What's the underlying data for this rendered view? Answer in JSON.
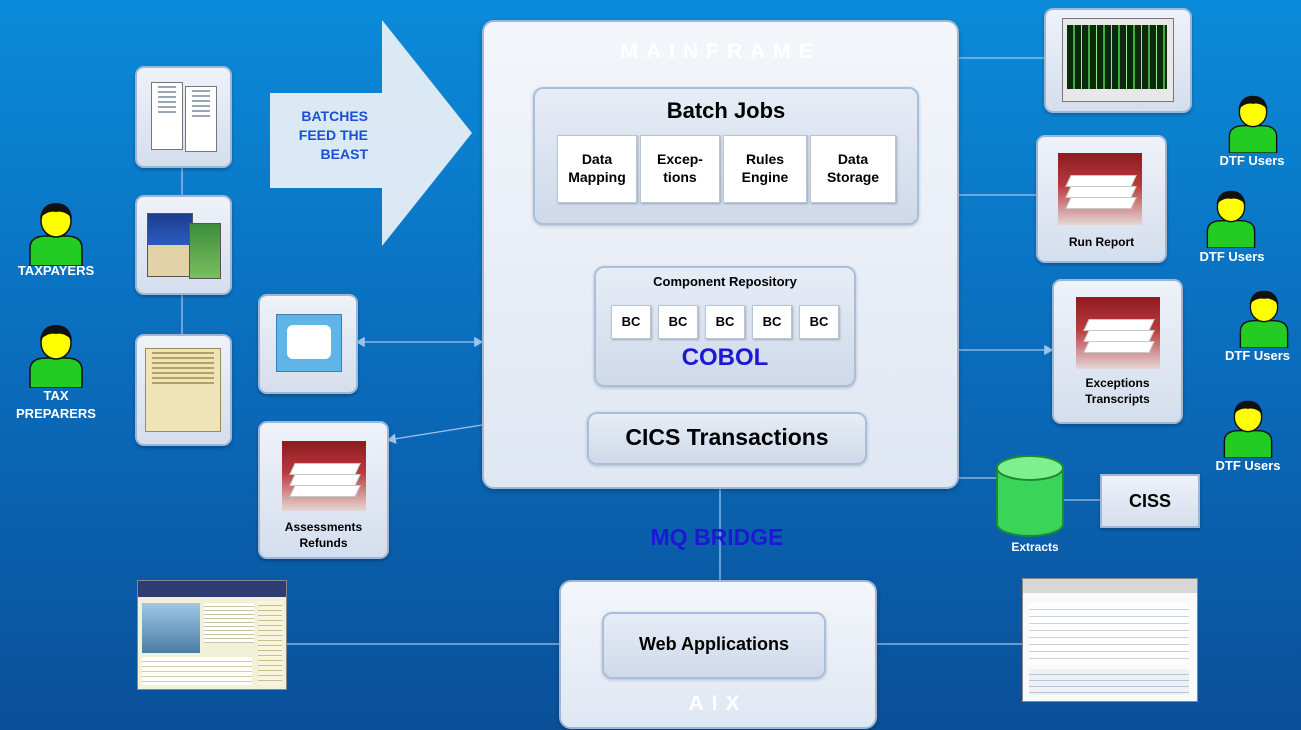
{
  "mainframe": {
    "title": "MAINFRAME",
    "batch_jobs": {
      "title": "Batch Jobs",
      "items": [
        "Data Mapping",
        "Excep-tions",
        "Rules Engine",
        "Data Storage"
      ]
    },
    "repository": {
      "title": "Component Repository",
      "components": [
        "BC",
        "BC",
        "BC",
        "BC",
        "BC"
      ],
      "language": "COBOL"
    },
    "cics": "CICS Transactions"
  },
  "batches_arrow": {
    "line1": "BATCHES",
    "line2": "FEED THE",
    "line3": "BEAST"
  },
  "mq_bridge": "MQ BRIDGE",
  "aix": {
    "title": "AIX",
    "web_apps": "Web Applications"
  },
  "left_people": [
    {
      "label": "TAXPAYERS"
    },
    {
      "label_line1": "TAX",
      "label_line2": "PREPARERS"
    }
  ],
  "outputs": {
    "assessments": {
      "line1": "Assessments",
      "line2": "Refunds"
    },
    "run_report": "Run Report",
    "exceptions": {
      "line1": "Exceptions",
      "line2": "Transcripts"
    },
    "extracts": "Extracts",
    "ciss": "CISS"
  },
  "dtf_users": [
    "DTF Users",
    "DTF Users",
    "DTF Users",
    "DTF Users"
  ],
  "colors": {
    "mq_bridge": "#1a1ad6",
    "cobol": "#1a1ad6",
    "batches_text": "#1a4fd6",
    "person_body": "#22cc22",
    "person_face": "#ffff00"
  },
  "icons": [
    "tax-form-icon",
    "turbotax-box-icon",
    "e-file-form-icon",
    "telephone-icon",
    "paper-stack-icon",
    "terminal-screen-icon",
    "database-cylinder-icon",
    "person-icon",
    "website-screenshot-icon"
  ]
}
